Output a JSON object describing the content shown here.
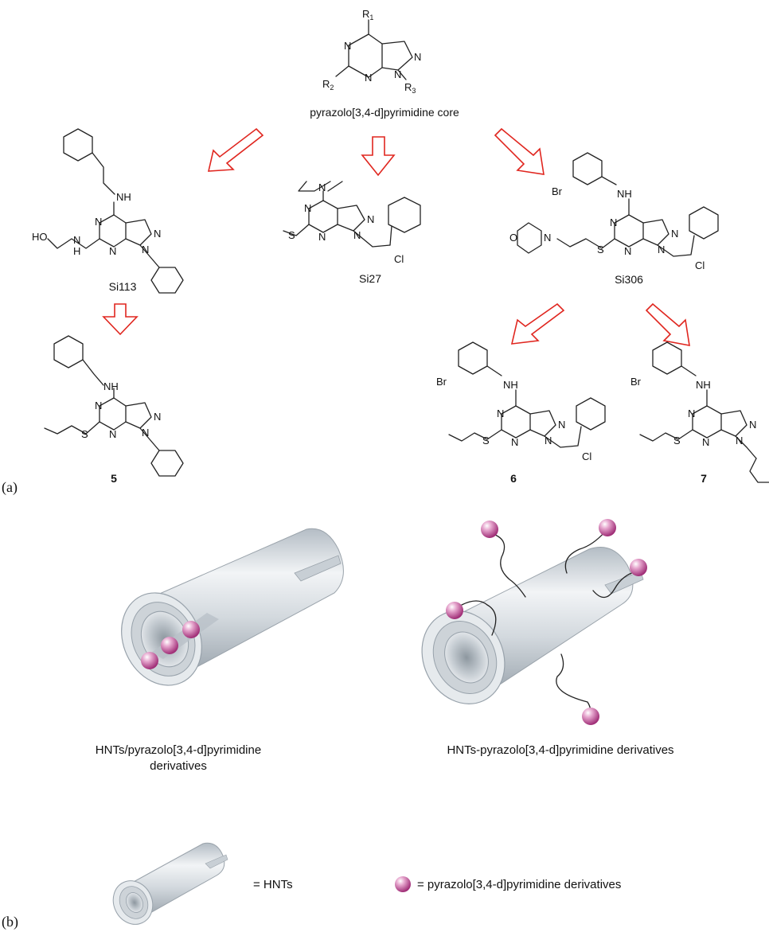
{
  "panel_a": {
    "label": "(a)",
    "core": {
      "caption": "pyrazolo[3,4-d]pyrimidine core",
      "r1": "R",
      "r1_sub": "1",
      "r2": "R",
      "r2_sub": "2",
      "r3": "R",
      "r3_sub": "3"
    },
    "compounds": [
      {
        "id": "si113",
        "name": "Si113"
      },
      {
        "id": "si27",
        "name": "Si27"
      },
      {
        "id": "si306",
        "name": "Si306"
      },
      {
        "id": "c5",
        "name": "5"
      },
      {
        "id": "c6",
        "name": "6"
      },
      {
        "id": "c7",
        "name": "7"
      }
    ],
    "atoms": {
      "N": "N",
      "NH": "NH",
      "H": "H",
      "HO": "HO",
      "S": "S",
      "Cl": "Cl",
      "Br": "Br",
      "O": "O"
    }
  },
  "panel_b": {
    "label": "(b)",
    "left_caption_line1": "HNTs/pyrazolo[3,4-d]pyrimidine",
    "left_caption_line2": "derivatives",
    "right_caption": "HNTs-pyrazolo[3,4-d]pyrimidine derivatives",
    "legend_hnt": "= HNTs",
    "legend_sphere": "= pyrazolo[3,4-d]pyrimidine derivatives"
  },
  "colors": {
    "arrow": "#e0261f",
    "tube": "#cfd6dc",
    "sphere": "#c0408f"
  }
}
